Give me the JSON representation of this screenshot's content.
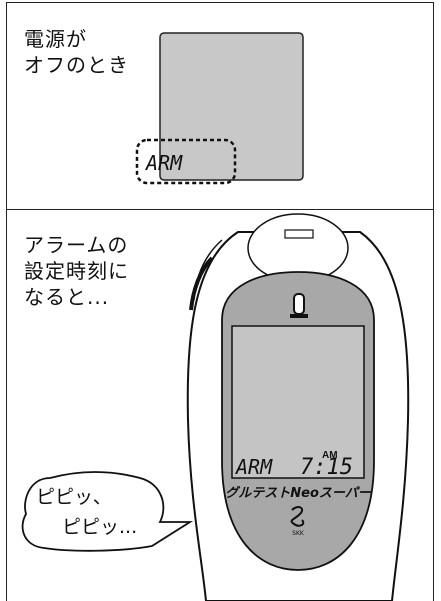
{
  "top_panel": {
    "caption_line1": "電源が",
    "caption_line2": "オフのとき",
    "lcd_text": "ARM"
  },
  "bottom_panel": {
    "caption_line1": "アラームの",
    "caption_line2": "設定時刻に",
    "caption_line3": "なると...",
    "lcd_label": "ARM",
    "ampm": "AM",
    "time": "7:15",
    "brand": "グルテストNeoスーパー",
    "maker": "SKK",
    "bubble_line1": "ピピッ、",
    "bubble_line2": "ピピッ..."
  },
  "colors": {
    "lcd": "#c8c8c8",
    "device": "#ffffff",
    "bezel": "#a8a8a8",
    "line": "#111111"
  },
  "icons": [
    "strip-port-icon",
    "skk-logo-icon"
  ]
}
